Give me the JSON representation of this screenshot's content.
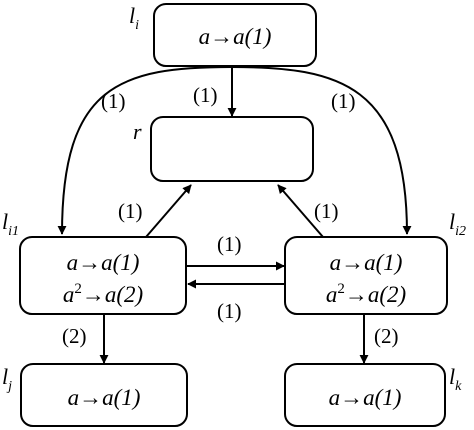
{
  "nodes": {
    "li": {
      "name": "l",
      "sub": "i",
      "rules": [
        "a→a(1)"
      ]
    },
    "r": {
      "name": "r",
      "sub": "",
      "rules": []
    },
    "li1": {
      "name": "l",
      "sub": "i1",
      "rules": [
        "a→a(1)",
        "a2→a(2)"
      ]
    },
    "li2": {
      "name": "l",
      "sub": "i2",
      "rules": [
        "a→a(1)",
        "a2→a(2)"
      ]
    },
    "lj": {
      "name": "l",
      "sub": "j",
      "rules": [
        "a→a(1)"
      ]
    },
    "lk": {
      "name": "l",
      "sub": "k",
      "rules": [
        "a→a(1)"
      ]
    }
  },
  "edges": {
    "li_to_li1": "(1)",
    "li_to_r": "(1)",
    "li_to_li2": "(1)",
    "li1_to_r": "(1)",
    "li2_to_r": "(1)",
    "li1_to_li2": "(1)",
    "li2_to_li1": "(1)",
    "li1_to_lj": "(2)",
    "li2_to_lk": "(2)"
  }
}
